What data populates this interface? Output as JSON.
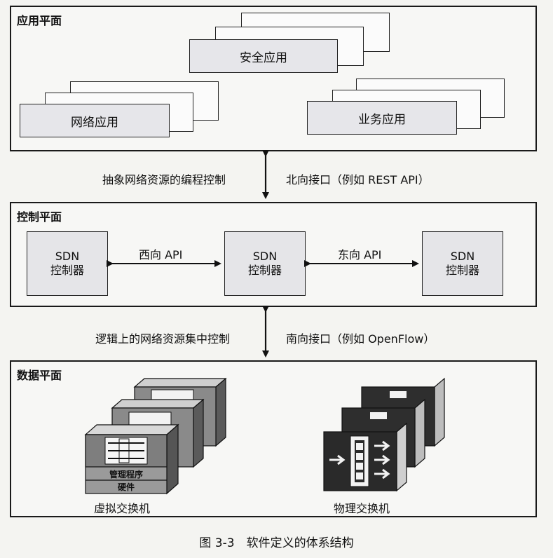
{
  "application_plane": {
    "title": "应用平面",
    "apps": [
      "安全应用",
      "网络应用",
      "业务应用"
    ]
  },
  "northbound": {
    "left_label": "抽象网络资源的编程控制",
    "right_label": "北向接口（例如 REST API）"
  },
  "control_plane": {
    "title": "控制平面",
    "controller_line1": "SDN",
    "controller_line2": "控制器",
    "west_api": "西向 API",
    "east_api": "东向 API"
  },
  "southbound": {
    "left_label": "逻辑上的网络资源集中控制",
    "right_label": "南向接口（例如 OpenFlow）"
  },
  "data_plane": {
    "title": "数据平面",
    "virtual_switch": {
      "label": "虚拟交换机",
      "layer_hypervisor": "管理程序",
      "layer_hardware": "硬件"
    },
    "physical_switch": {
      "label": "物理交换机"
    }
  },
  "caption": "图 3-3　软件定义的体系结构"
}
